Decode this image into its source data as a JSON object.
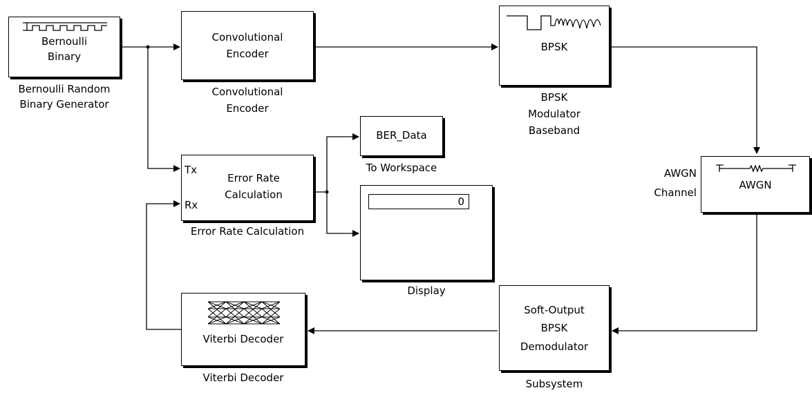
{
  "blocks": {
    "bernoulli": {
      "text": [
        "Bernoulli",
        "Binary"
      ],
      "label": [
        "Bernoulli Random",
        "Binary Generator"
      ]
    },
    "conv_encoder": {
      "text": [
        "Convolutional",
        "Encoder"
      ],
      "label": [
        "Convolutional",
        "Encoder"
      ]
    },
    "bpsk_mod": {
      "text": "BPSK",
      "label": [
        "BPSK",
        "Modulator",
        "Baseband"
      ]
    },
    "awgn": {
      "text": "AWGN",
      "label": [
        "AWGN",
        "Channel"
      ]
    },
    "error_rate": {
      "text": [
        "Error Rate",
        "Calculation"
      ],
      "port_tx": "Tx",
      "port_rx": "Rx",
      "label": "Error Rate Calculation"
    },
    "to_workspace": {
      "text": "BER_Data",
      "label": "To Workspace"
    },
    "display": {
      "value": "0",
      "label": "Display"
    },
    "demod": {
      "text": [
        "Soft-Output",
        "BPSK",
        "Demodulator"
      ],
      "label": "Subsystem"
    },
    "viterbi": {
      "text": "Viterbi Decoder",
      "label": "Viterbi Decoder"
    }
  },
  "icons": {
    "bernoulli": "square-pulse-wave-icon",
    "bpsk": "pulse-to-sine-wave-icon",
    "awgn": "noise-channel-icon",
    "viterbi": "trellis-icon"
  },
  "colors": {
    "line": "#000000",
    "background": "#ffffff"
  }
}
